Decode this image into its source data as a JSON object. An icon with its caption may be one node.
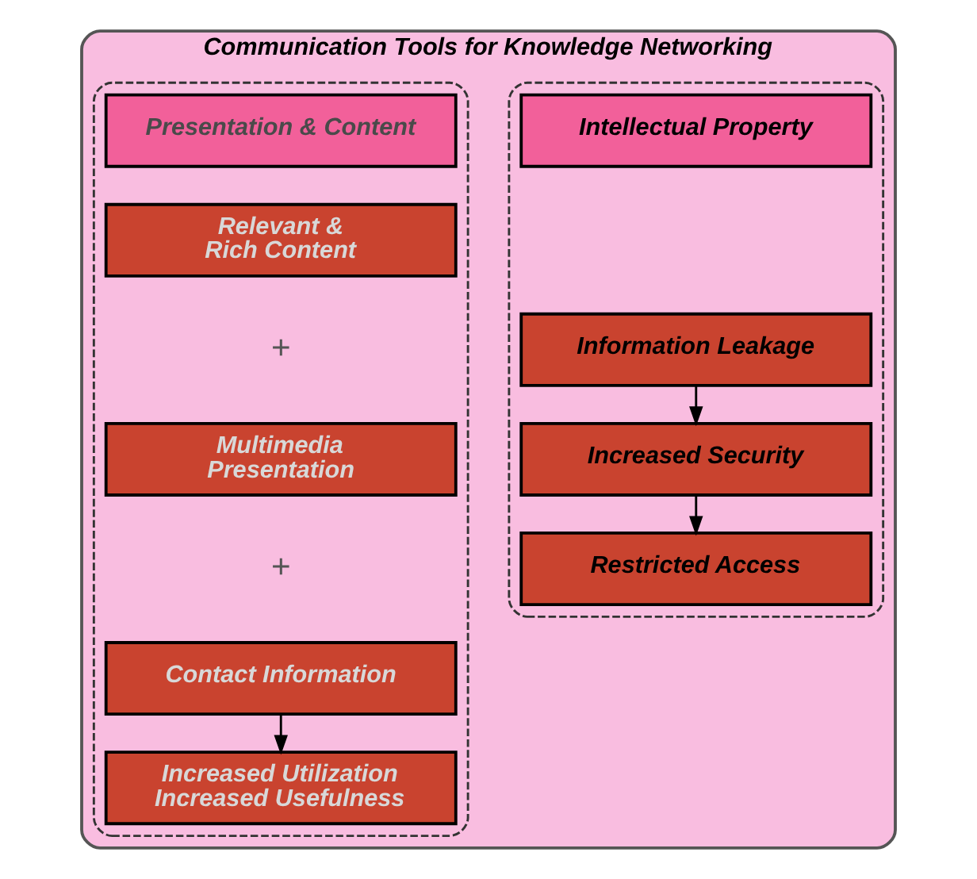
{
  "diagram": {
    "nodes": [
      {
        "text": [
          "Communication Tools for Knowledge Networking"
        ]
      },
      {
        "text": [],
        "shape": "box",
        "in": 0
      },
      {
        "text": [
          "Intellectual Property"
        ],
        "in": 1
      },
      {
        "text": [
          "Information Leakage"
        ],
        "in": 1
      },
      {
        "text": [
          "Increased Security"
        ],
        "in": 1
      },
      {
        "text": [
          "Restricted Access"
        ],
        "in": 1
      },
      {
        "text": [],
        "shape": "box",
        "in": 0
      },
      {
        "text": [
          "Presentation & Content"
        ],
        "in": 6
      },
      {
        "text": [
          "Relevant & Rich Content"
        ],
        "in": 6
      },
      {
        "text": [
          "Multimedia Presentation"
        ],
        "in": 6
      },
      {
        "text": [
          "Contact Information"
        ],
        "in": 6
      },
      {
        "text": [
          "Increased Utilization",
          "Increased Usefulness"
        ],
        "in": 6
      }
    ],
    "edges": [
      {
        "from": 3,
        "to": 4,
        "arrow": "to"
      },
      {
        "from": 4,
        "to": 5,
        "arrow": "to"
      },
      {
        "from": 10,
        "to": 11,
        "arrow": "to"
      }
    ],
    "labels": [
      "+",
      "+"
    ]
  }
}
